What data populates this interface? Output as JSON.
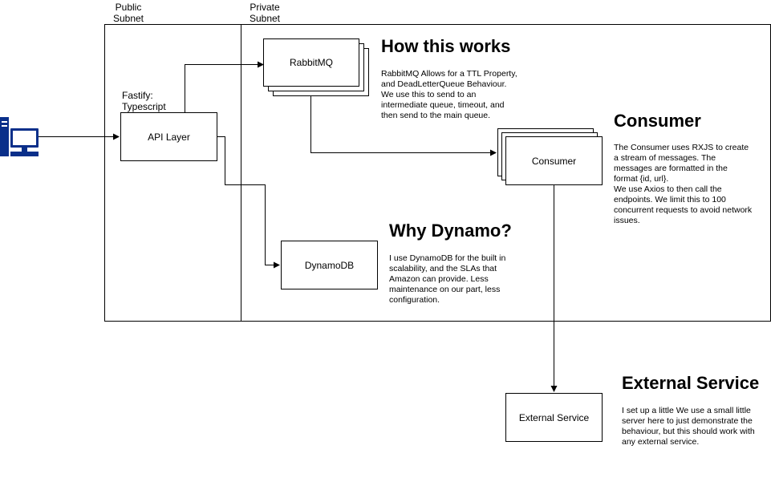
{
  "subnets": {
    "public_label": "Public\nSubnet",
    "private_label": "Private\nSubnet"
  },
  "nodes": {
    "api_layer": "API Layer",
    "api_note": "Fastify:\nTypescript",
    "rabbitmq": "RabbitMQ",
    "consumer": "Consumer",
    "dynamodb": "DynamoDB",
    "external_service": "External Service"
  },
  "client": {
    "icon": "desktop-computer-icon",
    "color": "#0A2F8A"
  },
  "sections": {
    "how": {
      "title": "How this works",
      "text": "RabbitMQ Allows for a TTL Property,\nand DeadLetterQueue Behaviour.\nWe use this to send to an\nintermediate queue, timeout, and\nthen send to the main queue."
    },
    "consumer": {
      "title": "Consumer",
      "text": "The Consumer uses RXJS to create\na stream of messages. The\nmessages are formatted in the\nformat {id, url}.\n    We use Axios to then call the\nendpoints. We limit this to 100\nconcurrent requests to avoid network\nissues."
    },
    "dynamo": {
      "title": "Why Dynamo?",
      "text": "I use DynamoDB for the built in\nscalability, and the SLAs that\nAmazon can provide. Less\nmaintenance on our part, less\nconfiguration."
    },
    "external": {
      "title": "External Service",
      "text": "I set up a little We use a small little\nserver here to just demonstrate the\nbehaviour, but this should work with\nany external service."
    }
  }
}
